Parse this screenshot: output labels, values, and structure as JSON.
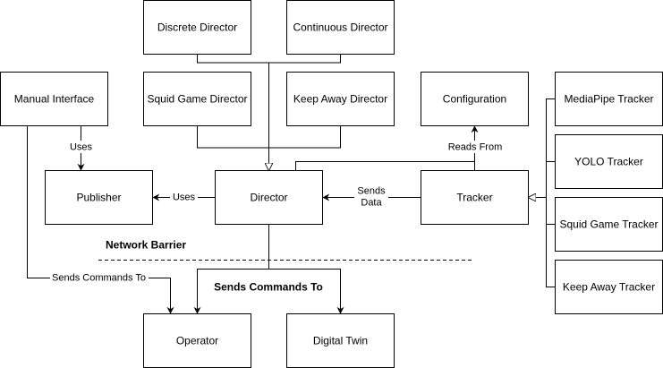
{
  "nodes": {
    "discrete_director": "Discrete Director",
    "continuous_director": "Continuous Director",
    "manual_interface": "Manual Interface",
    "squid_game_director": "Squid Game Director",
    "keep_away_director": "Keep Away Director",
    "configuration": "Configuration",
    "mediapipe_tracker": "MediaPipe Tracker",
    "yolo_tracker": "YOLO Tracker",
    "squid_game_tracker": "Squid Game Tracker",
    "keep_away_tracker": "Keep Away Tracker",
    "publisher": "Publisher",
    "director": "Director",
    "tracker": "Tracker",
    "operator": "Operator",
    "digital_twin": "Digital Twin"
  },
  "edge_labels": {
    "uses_manual": "Uses",
    "uses_director": "Uses",
    "reads_from": "Reads From",
    "sends_data_line1": "Sends",
    "sends_data_line2": "Data",
    "sends_commands_manual": "Sends Commands To",
    "sends_commands_director": "Sends Commands To"
  },
  "annotations": {
    "network_barrier": "Network Barrier"
  }
}
